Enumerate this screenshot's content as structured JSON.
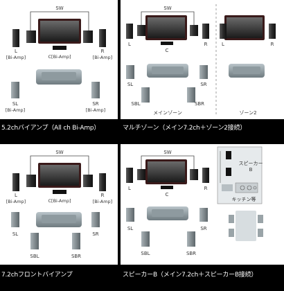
{
  "panels": [
    {
      "caption": "5.2chバイアンプ（All ch Bi-Amp）",
      "labels": {
        "sw": "SW",
        "l": "L",
        "l_sub": "[Bi-Amp]",
        "c": "C[Bi-Amp]",
        "r": "R",
        "r_sub": "[Bi-Amp]",
        "sl": "SL",
        "sl_sub": "[Bi-Amp]",
        "sr": "SR",
        "sr_sub": "[Bi-Amp]"
      }
    },
    {
      "caption": "マルチゾーン（メイン7.2ch＋ゾーン2接続）",
      "labels": {
        "sw": "SW",
        "l": "L",
        "c": "C",
        "r": "R",
        "sl": "SL",
        "sr": "SR",
        "sbl": "SBL",
        "sbr": "SBR",
        "main_zone": "メインゾーン",
        "zone2": "ゾーン2",
        "l2": "L",
        "r2": "R"
      }
    },
    {
      "caption": "7.2chフロントバイアンプ",
      "labels": {
        "sw": "SW",
        "l": "L",
        "l_sub": "[Bi-Amp]",
        "c": "C[Bi-Amp]",
        "r": "R",
        "r_sub": "[Bi-Amp]",
        "sl": "SL",
        "sr": "SR",
        "sbl": "SBL",
        "sbr": "SBR"
      }
    },
    {
      "caption": "スピーカーB（メイン7.2ch＋スピーカーB接続）",
      "labels": {
        "sw": "SW",
        "l": "L",
        "c": "C",
        "r": "R",
        "sl": "SL",
        "sr": "SR",
        "sbl": "SBL",
        "sbr": "SBR",
        "spb": "スピーカー",
        "spb2": "B",
        "kitchen": "キッチン等"
      }
    }
  ]
}
